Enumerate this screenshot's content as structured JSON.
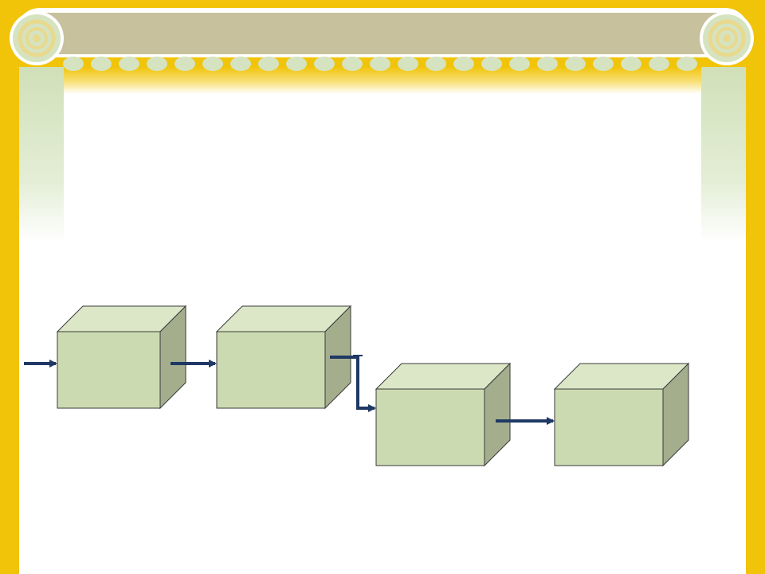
{
  "slide": {
    "title": "",
    "colors": {
      "frame": "#f1c40a",
      "capital": "#c7c19d",
      "column_shaft": "#d5e3c0",
      "box_front": "#ccdab1",
      "box_top": "#dbe7c7",
      "box_side": "#a4ae8d",
      "arrow": "#1f3864"
    }
  },
  "diagram": {
    "boxes": [
      {
        "id": "box-1",
        "label": ""
      },
      {
        "id": "box-2",
        "label": ""
      },
      {
        "id": "box-3",
        "label": ""
      },
      {
        "id": "box-4",
        "label": ""
      }
    ],
    "connections": [
      {
        "from": "input",
        "to": "box-1"
      },
      {
        "from": "box-1",
        "to": "box-2"
      },
      {
        "from": "box-2",
        "to": "box-3"
      },
      {
        "from": "box-3",
        "to": "box-4"
      }
    ]
  }
}
